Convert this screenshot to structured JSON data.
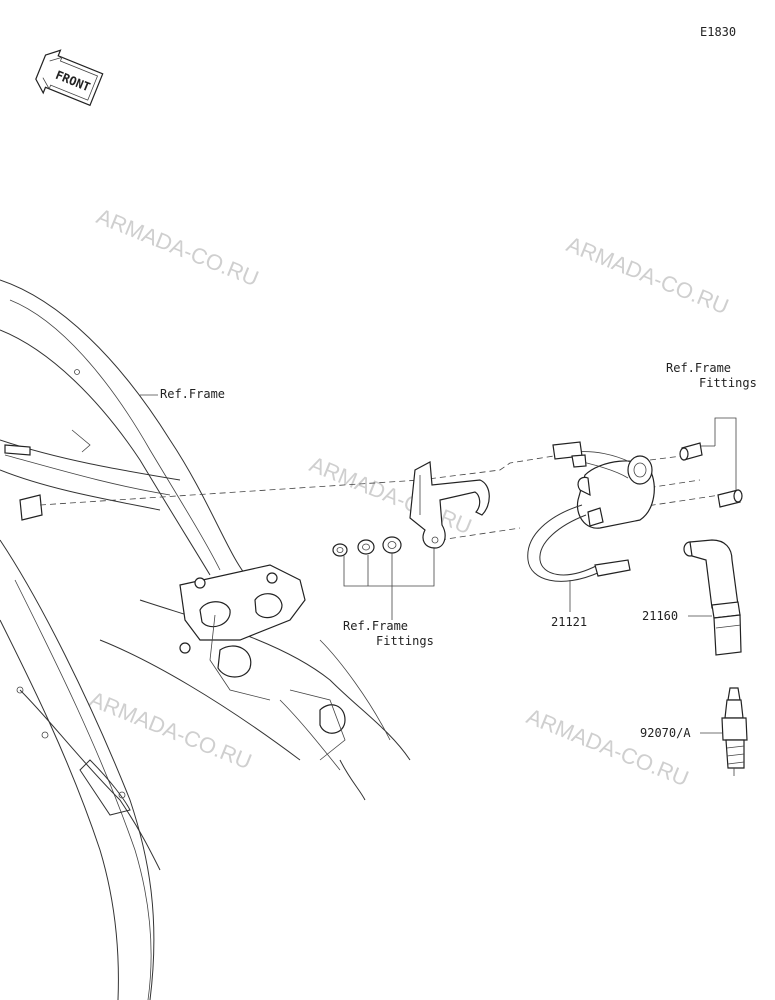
{
  "diagram_code": "E1830",
  "front_badge": "FRONT",
  "watermark": "ARMADA-CO.RU",
  "labels": {
    "ref_frame": "Ref.Frame",
    "ref_frame_fittings_1": "Ref.Frame",
    "ref_frame_fittings_1b": "Fittings",
    "ref_frame_fittings_2": "Ref.Frame",
    "ref_frame_fittings_2b": "Fittings",
    "ignition_coil": "21121",
    "plug_cap": "21160",
    "spark_plug": "92070/A"
  }
}
